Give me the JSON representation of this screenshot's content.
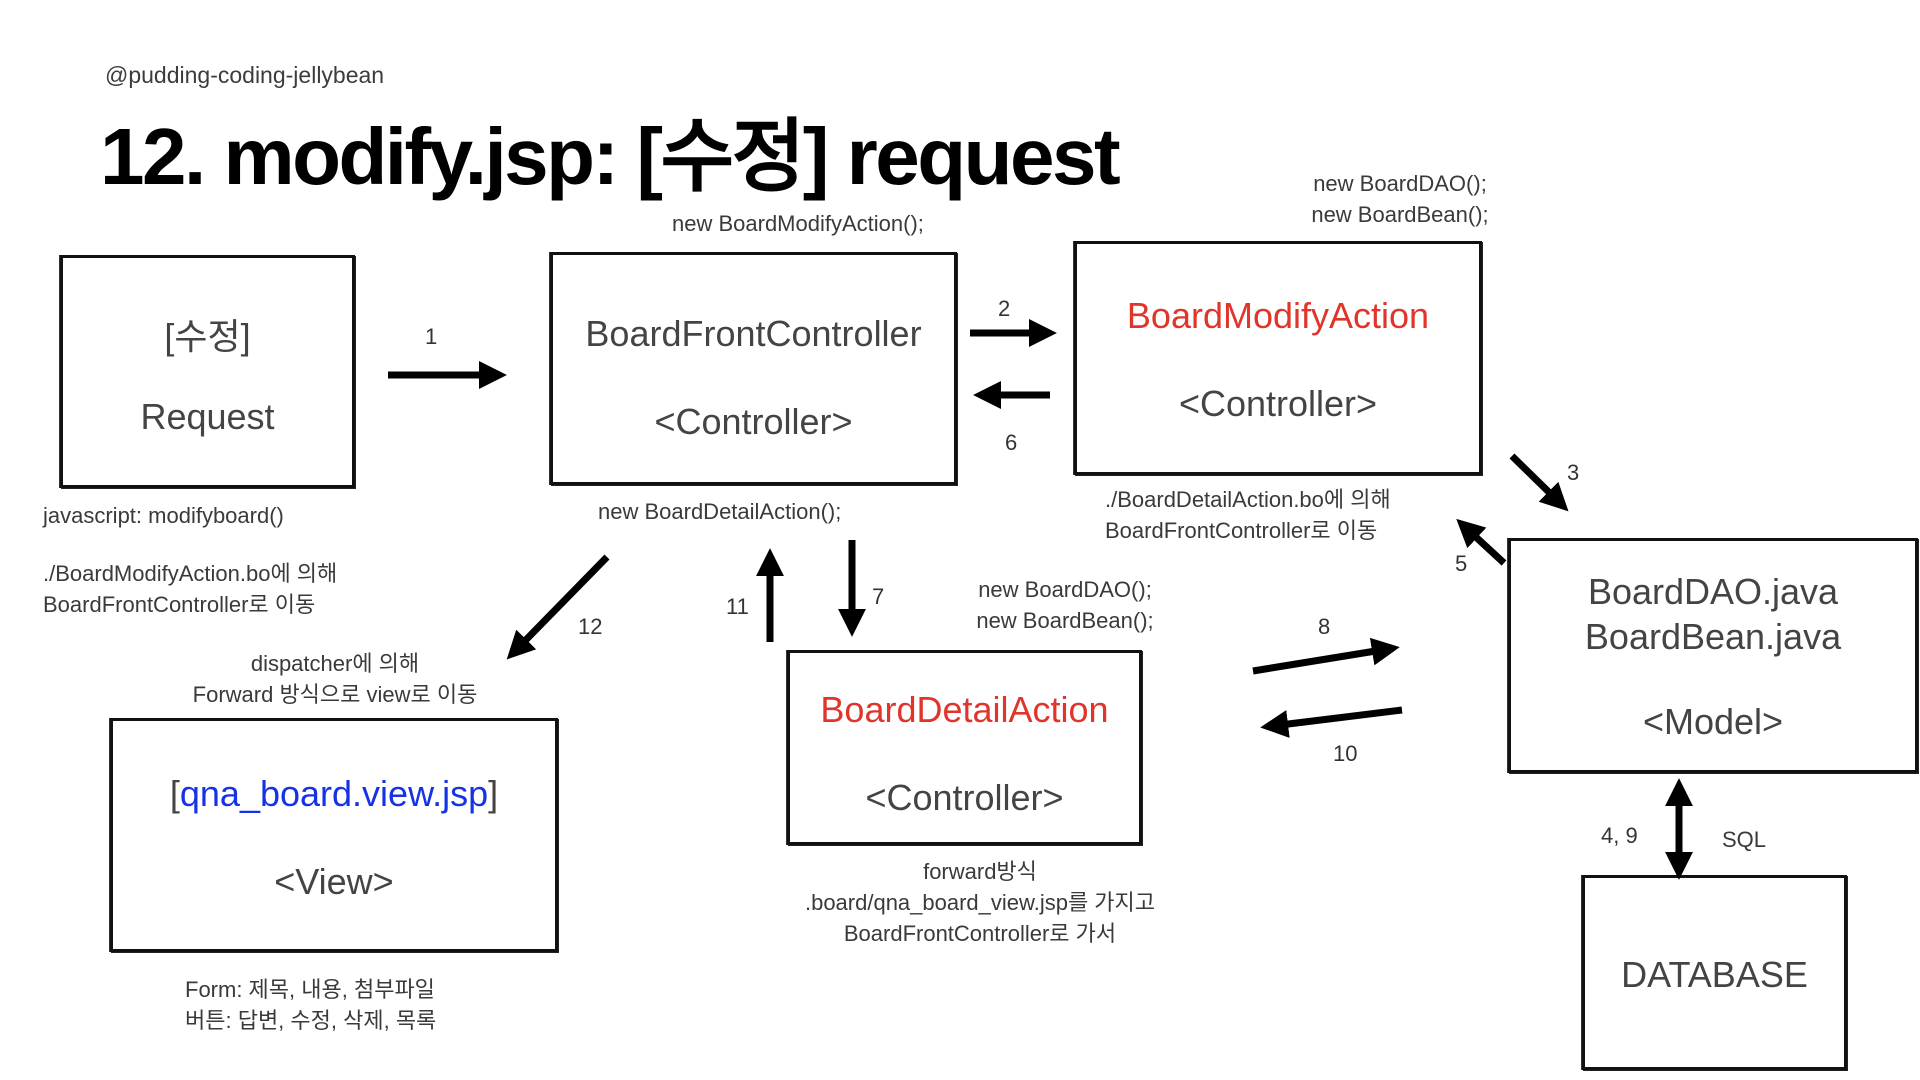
{
  "author": "@pudding-coding-jellybean",
  "title": "12. modify.jsp: [수정] request",
  "boxes": {
    "request": {
      "line1": "[수정]",
      "line2": "Request"
    },
    "front_controller": {
      "line1": "BoardFrontController",
      "line2": "<Controller>"
    },
    "modify_action": {
      "line1": "BoardModifyAction",
      "line2": "<Controller>"
    },
    "dao": {
      "line1": "BoardDAO.java",
      "line2": "BoardBean.java",
      "line3": "<Model>"
    },
    "detail_action": {
      "line1": "BoardDetailAction",
      "line2": "<Controller>"
    },
    "view": {
      "bracket_open": "[",
      "name": "qna_board.view.jsp",
      "bracket_close": "]",
      "line2": "<View>"
    },
    "database": {
      "line1": "DATABASE"
    }
  },
  "notes": {
    "new_modify_action": "new BoardModifyAction();",
    "new_dao_top": [
      "new BoardDAO();",
      "new BoardBean();"
    ],
    "js_modify": "javascript: modifyboard()",
    "modify_bo": [
      "./BoardModifyAction.bo에 의해",
      "BoardFrontController로 이동"
    ],
    "new_detail_action": "new BoardDetailAction();",
    "detail_bo": [
      "./BoardDetailAction.bo에 의해",
      "BoardFrontController로 이동"
    ],
    "new_dao_mid": [
      "new BoardDAO();",
      "new BoardBean();"
    ],
    "dispatcher": [
      "dispatcher에 의해",
      "Forward 방식으로 view로 이동"
    ],
    "forward": [
      "forward방식",
      ".board/qna_board_view.jsp를 가지고",
      "BoardFrontController로 가서"
    ],
    "form": [
      "Form: 제목, 내용, 첨부파일",
      "버튼: 답변, 수정, 삭제, 목록"
    ],
    "sql": "SQL"
  },
  "step_labels": {
    "s1": "1",
    "s2": "2",
    "s3": "3",
    "s4_9": "4, 9",
    "s5": "5",
    "s6": "6",
    "s7": "7",
    "s8": "8",
    "s10": "10",
    "s11": "11",
    "s12": "12"
  },
  "colors": {
    "action_red": "#e0352b",
    "view_blue": "#1632e6",
    "border": "#111111"
  }
}
